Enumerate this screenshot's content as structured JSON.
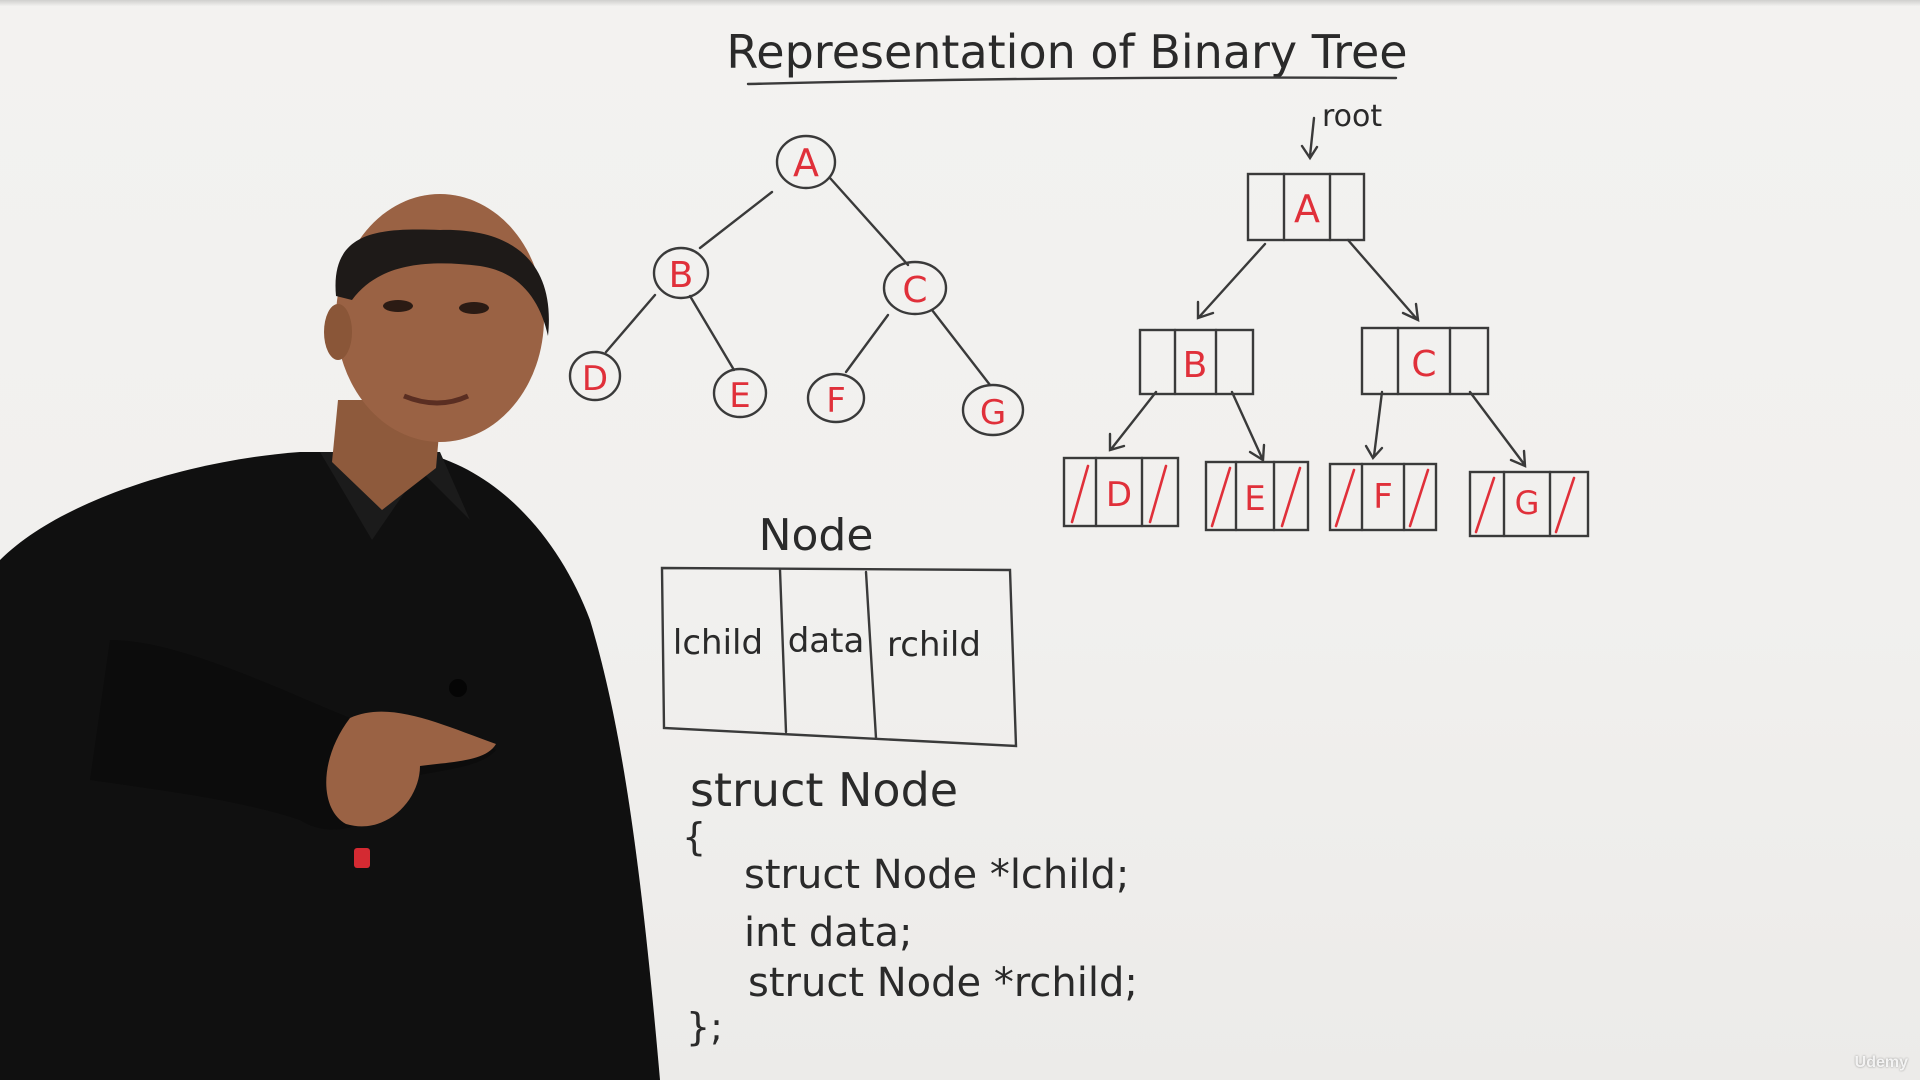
{
  "title": "Representation of Binary Tree",
  "tree_nodes": [
    "A",
    "B",
    "C",
    "D",
    "E",
    "F",
    "G"
  ],
  "root_label": "root",
  "linked_nodes": [
    "A",
    "B",
    "C",
    "D",
    "E",
    "F",
    "G"
  ],
  "node_heading": "Node",
  "node_fields": [
    "lchild",
    "data",
    "rchild"
  ],
  "code_lines": [
    "struct Node",
    "{",
    "struct Node *lchild;",
    "int data;",
    "struct Node *rchild;",
    "};"
  ],
  "watermark": "Udemy",
  "colors": {
    "ink": "#2a2a2a",
    "red": "#e0303a",
    "board": "#f1f0ee"
  }
}
